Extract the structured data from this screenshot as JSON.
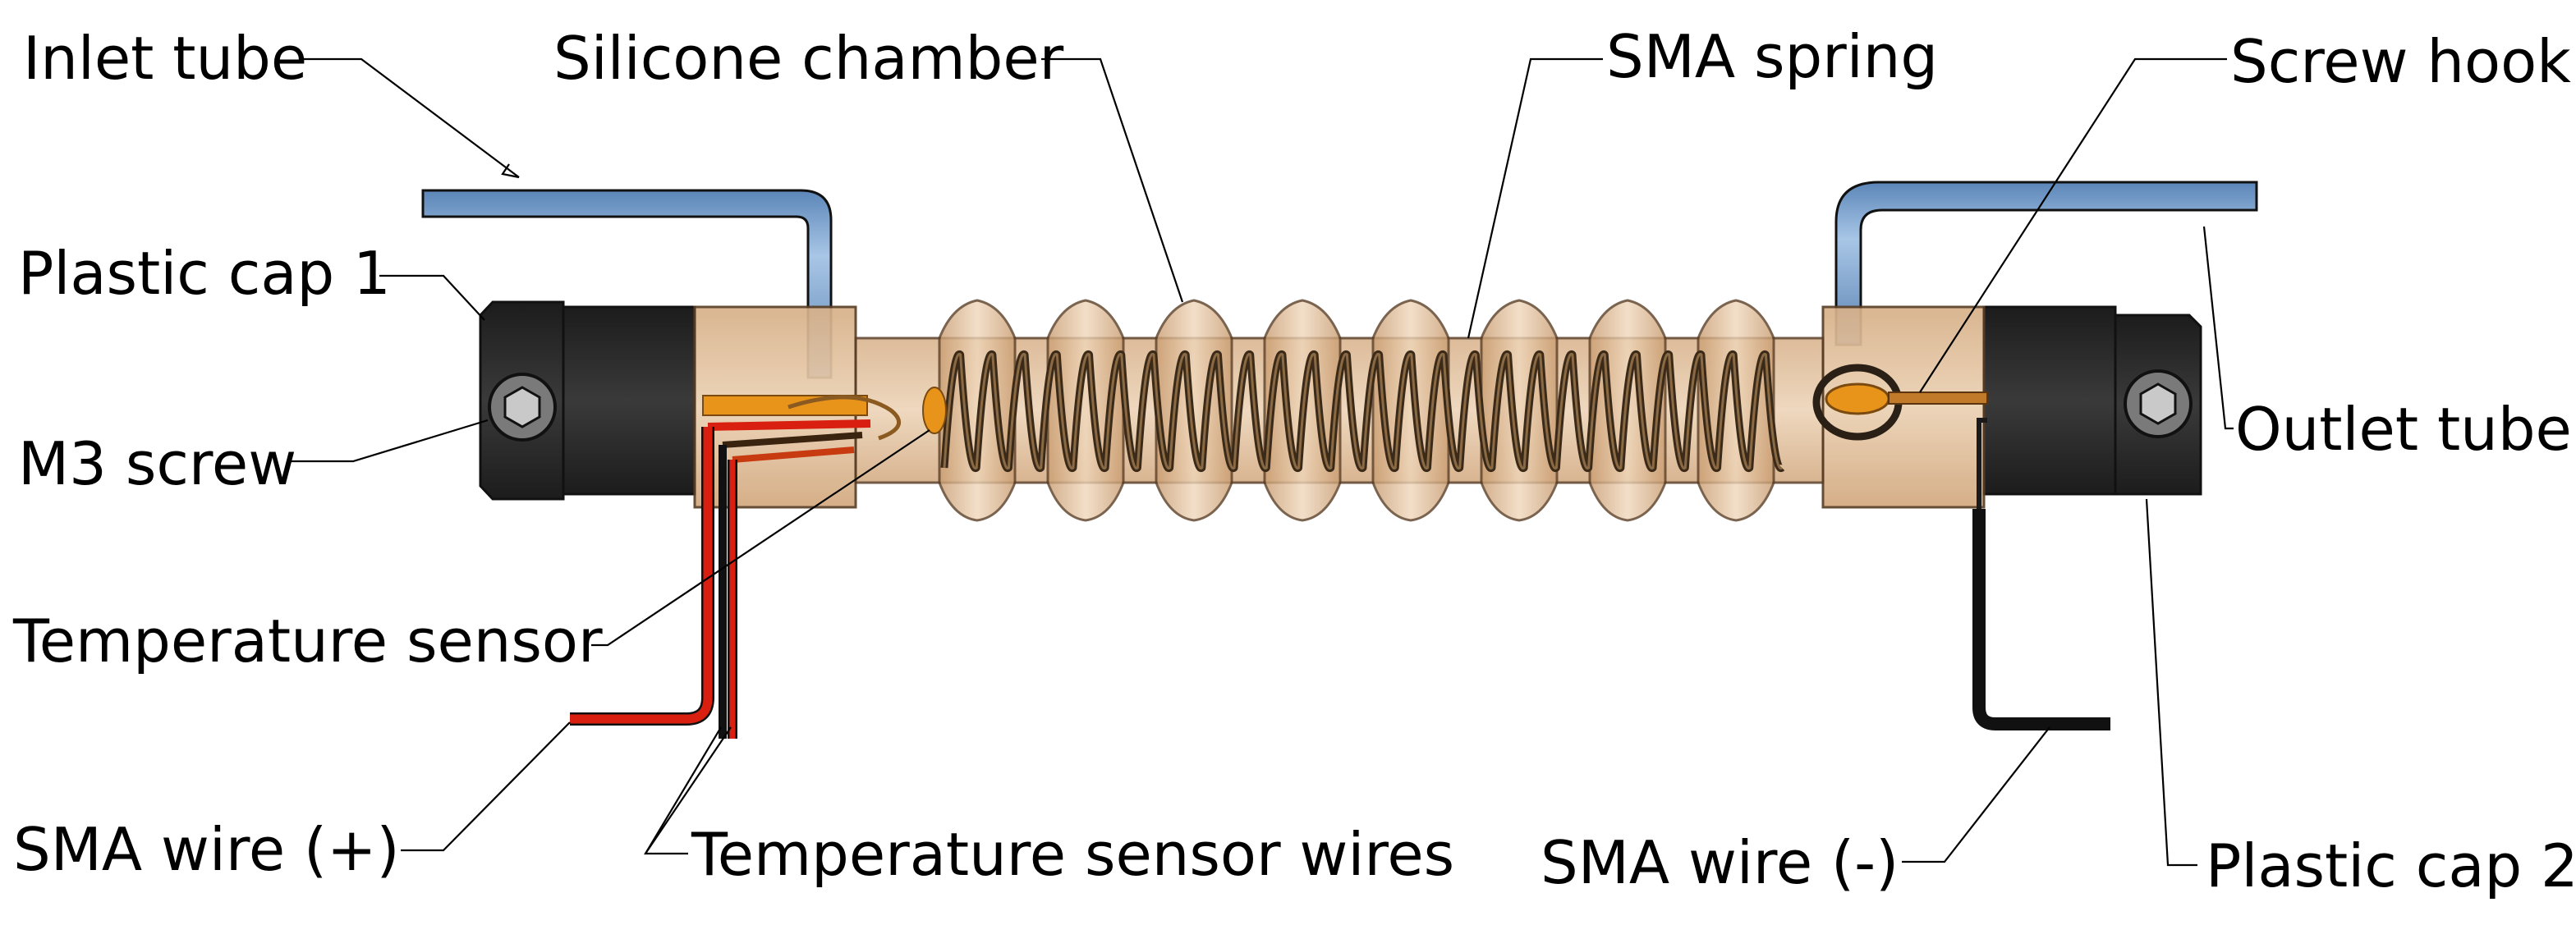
{
  "figure": {
    "labels": {
      "inlet_tube": "Inlet tube",
      "silicone_chamber": "Silicone chamber",
      "sma_spring": "SMA spring",
      "screw_hook": "Screw hook",
      "plastic_cap_1": "Plastic cap 1",
      "m3_screw": "M3 screw",
      "outlet_tube": "Outlet tube",
      "temperature_sensor": "Temperature sensor",
      "sma_wire_plus": "SMA wire (+)",
      "temperature_sensor_wires": "Temperature sensor wires",
      "sma_wire_minus": "SMA wire (-)",
      "plastic_cap_2": "Plastic cap 2"
    },
    "colors": {
      "tube": "#7fa8d4",
      "cap": "#2b2b2b",
      "chamber": "#e2c09a",
      "spring": "#4a3522",
      "wire_red": "#d81f10",
      "wire_black": "#111111",
      "sensor_orange": "#e8941a"
    }
  }
}
